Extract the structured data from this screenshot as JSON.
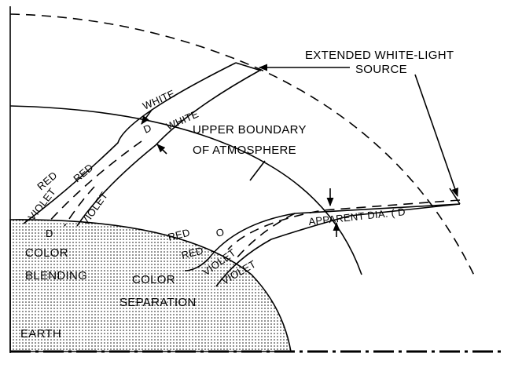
{
  "labels": {
    "source": "EXTENDED WHITE-LIGHT",
    "source2": "SOURCE",
    "boundary": "UPPER BOUNDARY",
    "boundary2": "OF ATMOSPHERE",
    "white_outer": "WHITE",
    "white_inner": "WHITE",
    "d_top": "D",
    "red_upper_a": "RED",
    "red_upper_b": "RED",
    "violet_upper_a": "VIOLET",
    "violet_upper_b": "VIOLET",
    "d_left": "D",
    "red_lower_a": "RED",
    "red_lower_b": "RED",
    "o_lower": "O",
    "violet_lower_a": "VIOLET",
    "violet_lower_b": "VIOLET",
    "apparent": "APPARENT DIA. ( D",
    "color_blending_1": "COLOR",
    "color_blending_2": "BLENDING",
    "color_separation_1": "COLOR",
    "color_separation_2": "SEPARATION",
    "earth": "EARTH"
  }
}
